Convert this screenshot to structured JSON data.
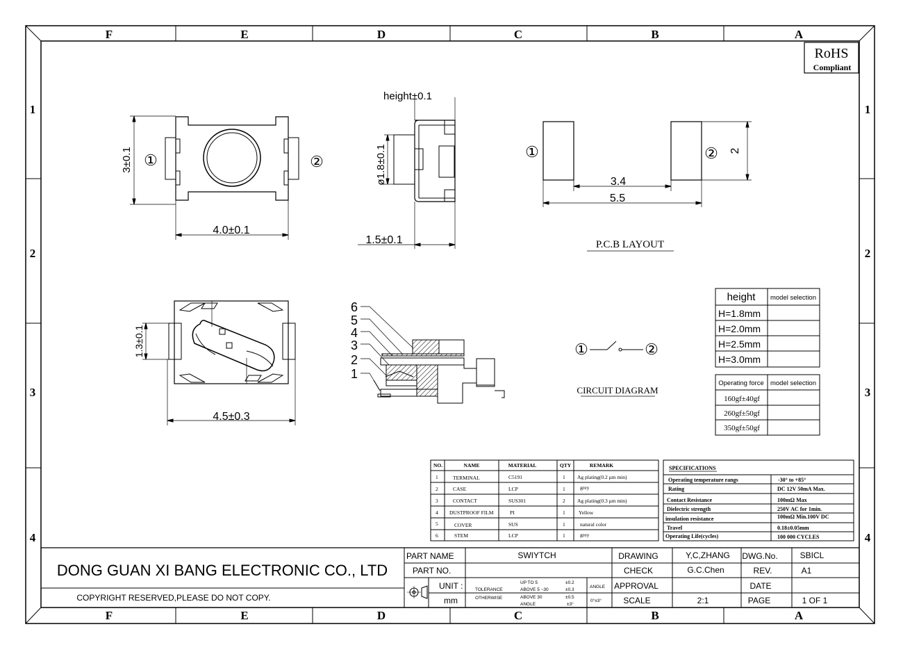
{
  "zones": {
    "cols_top": [
      "F",
      "E",
      "D",
      "C",
      "B",
      "A"
    ],
    "cols_bottom": [
      "F",
      "E",
      "D",
      "C",
      "B",
      "A"
    ],
    "rows_left": [
      "1",
      "2",
      "3",
      "4"
    ],
    "rows_right": [
      "1",
      "2",
      "3",
      "4"
    ]
  },
  "rohs": {
    "title": "RoHS",
    "subtitle": "Compliant"
  },
  "top_view": {
    "height_dim": "3±0.1",
    "width_dim": "4.0±0.1",
    "pin1": "①",
    "pin2": "②"
  },
  "side_view": {
    "height_dim": "height±0.1",
    "stem_dim": "ø1.8±0.1",
    "depth_dim": "1.5±0.1"
  },
  "pcb": {
    "title": "P.C.B LAYOUT",
    "pad1": "①",
    "pad2": "②",
    "height_dim": "2",
    "inner_dim": "3.4",
    "outer_dim": "5.5"
  },
  "bottom_view": {
    "height_dim": "1.3±0.1",
    "width_dim": "4.5±0.3"
  },
  "section_view": {
    "callouts": [
      "6",
      "5",
      "4",
      "3",
      "2",
      "1"
    ]
  },
  "circuit": {
    "title": "CIRCUIT DIAGRAM",
    "pin1": "①",
    "pin2": "②"
  },
  "height_table": {
    "headers": [
      "height",
      "model selection"
    ],
    "rows": [
      "H=1.8mm",
      "H=2.0mm",
      "H=2.5mm",
      "H=3.0mm"
    ]
  },
  "force_table": {
    "headers": [
      "Operating force",
      "model selection"
    ],
    "rows": [
      "160gf±40gf",
      "260gf±50gf",
      "350gf±50gf"
    ]
  },
  "bom": {
    "headers": [
      "NO.",
      "NAME",
      "MATERIAL",
      "QTY",
      "REMARK"
    ],
    "rows": [
      [
        "1",
        "TERMINAL",
        "C5191",
        "1",
        "Ag plating(0.2 μm min)"
      ],
      [
        "2",
        "CASE",
        "LCP",
        "1",
        "grey"
      ],
      [
        "3",
        "CONTACT",
        "SUS301",
        "2",
        "Ag plating(0.3 μm min)"
      ],
      [
        "4",
        "DUSTPROOF FILM",
        "PI",
        "1",
        "Yellow"
      ],
      [
        "5",
        "COVER",
        "SUS",
        "1",
        "natural color"
      ],
      [
        "6",
        "STEM",
        "LCP",
        "1",
        "grey"
      ]
    ]
  },
  "specs": {
    "title": "SPECIFICATIONS",
    "rows": [
      [
        "Operating temperature rangs",
        "-30° to +85°"
      ],
      [
        "Rating",
        "DC 12V 50mA Max."
      ],
      [
        "Contact Resistance",
        "100mΩ Max"
      ],
      [
        "Dielectric strength",
        "250V AC for 1min."
      ],
      [
        "insulation resistance",
        "100mΩ Min.100V DC"
      ],
      [
        "Travel",
        "0.18±0.05mm"
      ],
      [
        "Operating Life(cycles)",
        "100 000 CYCLES"
      ]
    ]
  },
  "title_block": {
    "company": "DONG GUAN XI BANG ELECTRONIC CO., LTD",
    "copyright": "COPYRIGHT RESERVED,PLEASE DO NOT COPY.",
    "part_name_label": "PART NAME",
    "part_name": "SWIYTCH",
    "part_no_label": "PART NO.",
    "part_no": "",
    "unit_label": "UNIT :",
    "unit": "mm",
    "tolerance_label": "TOLERANCE",
    "otherwise_label": "OTHERWISE",
    "tol_up_to_5": "UP TO 5",
    "tol_up_to_5_val": "±0.2",
    "tol_above_5_30": "ABOVE 5 ~30",
    "tol_above_5_30_val": "±0.3",
    "tol_above_30": "ABOVE 30",
    "tol_above_30_val": "±0.5",
    "tol_angle": "ANGLE",
    "tol_angle_val": "±3°",
    "angle_label": "ANGLE",
    "angle_val": "0°±3°",
    "drawing_label": "DRAWING",
    "drawing": "Y,C,ZHANG",
    "check_label": "CHECK",
    "check": "G.C.Chen",
    "approval_label": "APPROVAL",
    "approval": "",
    "scale_label": "SCALE",
    "scale": "2:1",
    "dwg_label": "DWG.No.",
    "dwg": "SBICL",
    "rev_label": "REV.",
    "rev": "A1",
    "date_label": "DATE",
    "date": "",
    "page_label": "PAGE",
    "page": "1 OF 1"
  }
}
